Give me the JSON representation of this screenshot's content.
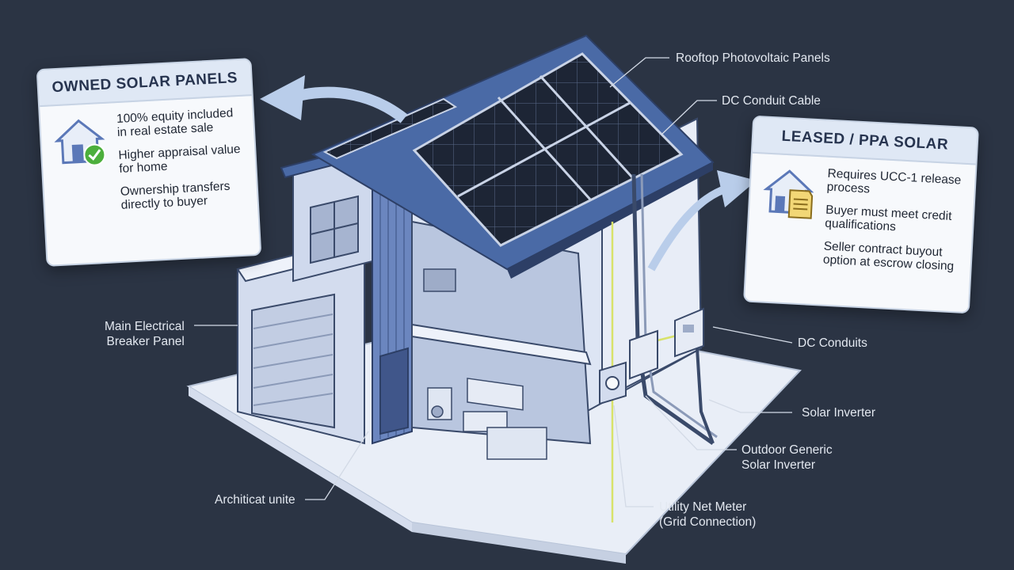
{
  "owned_card": {
    "title": "OWNED SOLAR PANELS",
    "items": [
      "100% equity included in real estate sale",
      "Higher appraisal value for home",
      "Ownership transfers directly to buyer"
    ],
    "icon": "house-check-icon"
  },
  "leased_card": {
    "title": "LEASED / PPA SOLAR",
    "items": [
      "Requires UCC-1 release process",
      "Buyer must meet credit qualifications",
      "Seller contract buyout option at escrow closing"
    ],
    "icon": "house-document-icon"
  },
  "callouts": {
    "rooftop_panels": "Rooftop Photovoltaic Panels",
    "dc_conduit_cable": "DC Conduit Cable",
    "dc_conduits": "DC Conduits",
    "solar_inverter": "Solar Inverter",
    "outdoor_inverter_line1": "Outdoor Generic",
    "outdoor_inverter_line2": "Solar Inverter",
    "net_meter_line1": "Utility Net Meter",
    "net_meter_line2": "(Grid Connection)",
    "breaker_panel_line1": "Main Electrical",
    "breaker_panel_line2": "Breaker Panel",
    "architectural_unit": "Architicat unite"
  },
  "colors": {
    "background": "#2b3444",
    "card_header": "#dfe8f5",
    "check_green": "#4caf3c",
    "document_yellow": "#f2d776",
    "house_blue": "#5b78b8",
    "panel_dark": "#1d2535",
    "roof_blue": "#4a6aa6",
    "conduit_yellow": "#d8e26a"
  }
}
